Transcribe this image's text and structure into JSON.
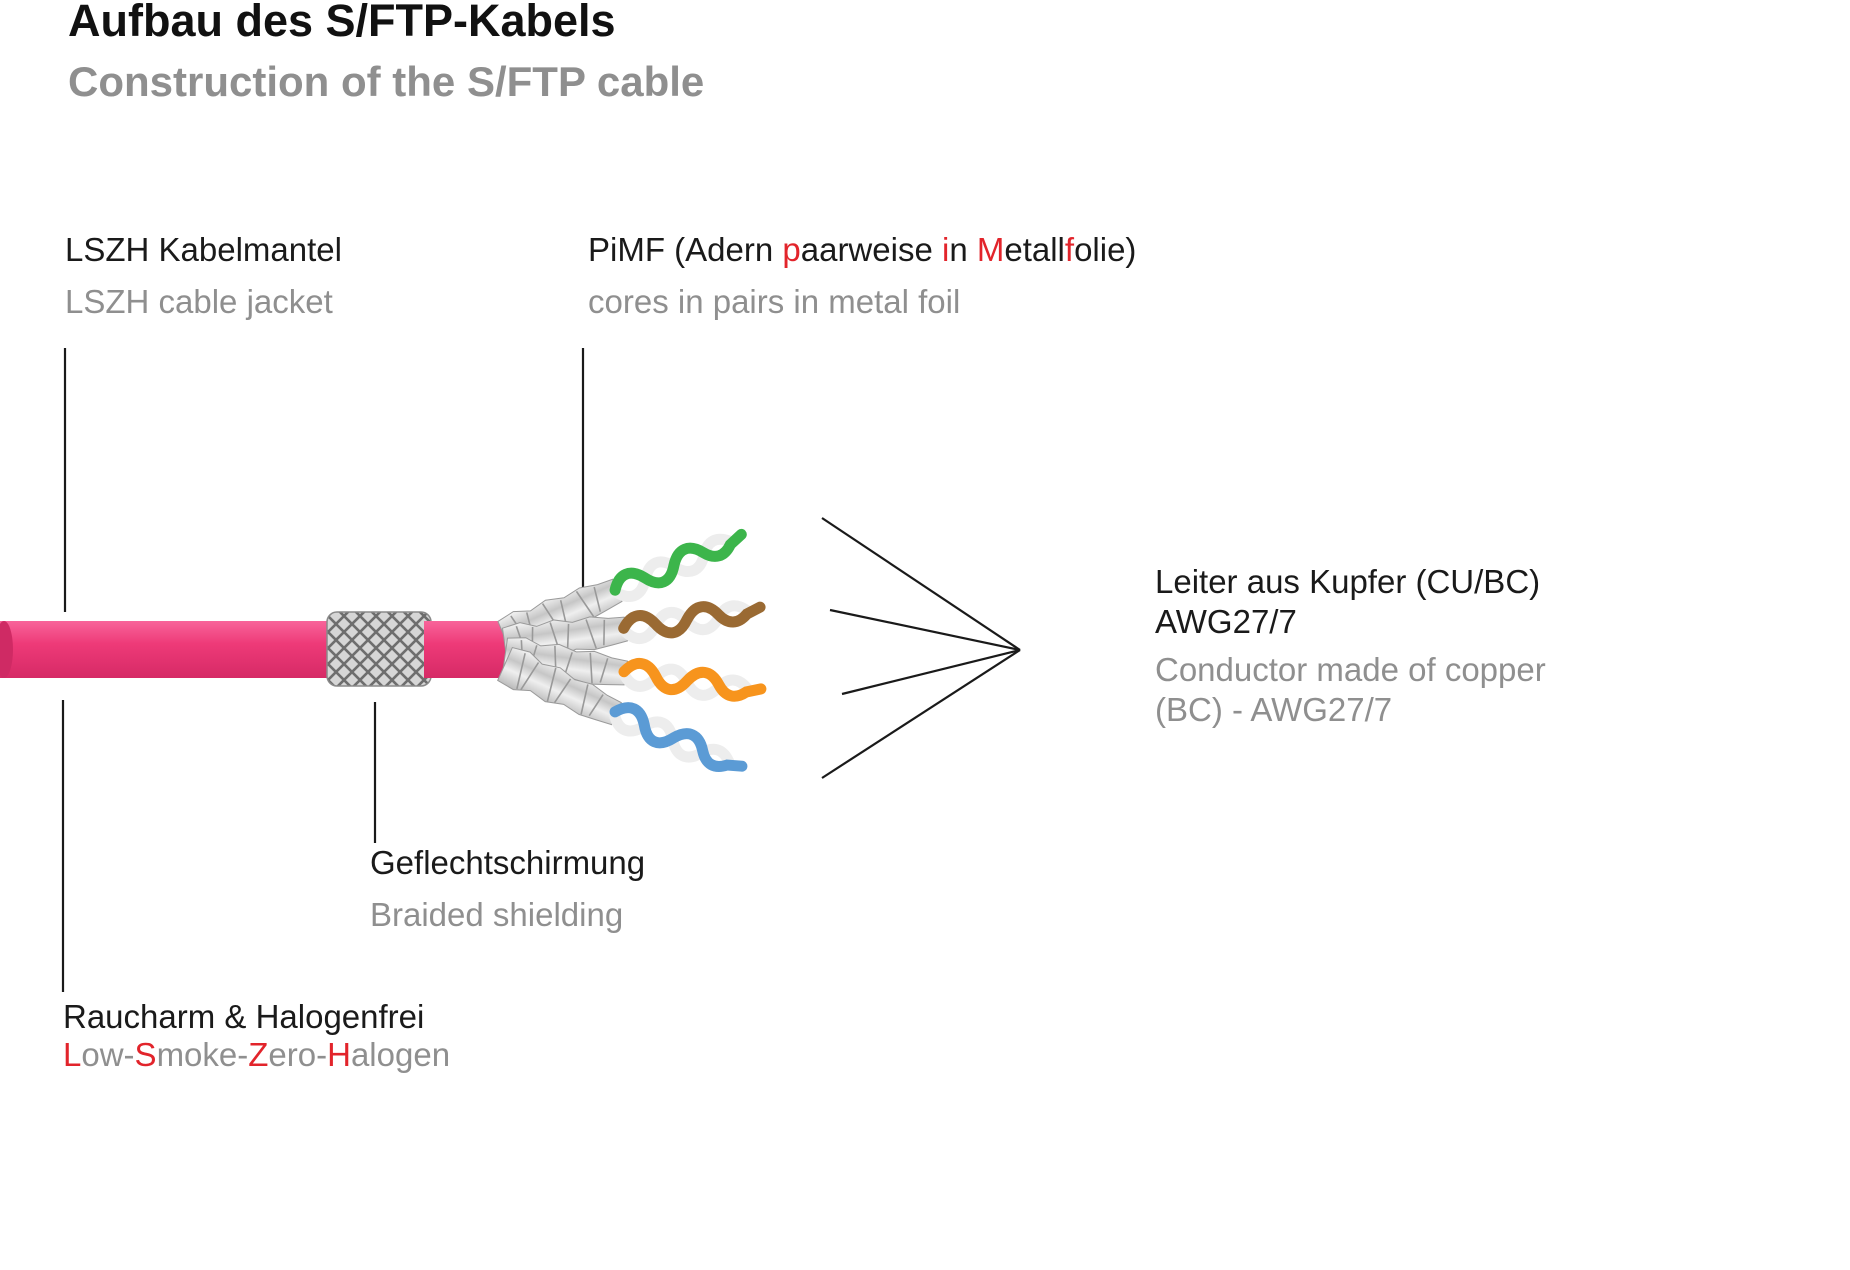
{
  "header": {
    "title_de": "Aufbau des S/FTP-Kabels",
    "title_en": "Construction of the S/FTP cable"
  },
  "colors": {
    "accent_red": "#e2242b",
    "text_black": "#1a1a1a",
    "text_gray": "#8f8f8f",
    "jacket_pink": "#ee3a78",
    "braid_gray": "#d6d6d6",
    "foil_silver": "#cccccc",
    "pair_green": "#3cb54b",
    "pair_brown": "#9a6a33",
    "pair_orange": "#f7941d",
    "pair_blue": "#5b9bd5"
  },
  "labels": {
    "jacket": {
      "de": "LSZH Kabelmantel",
      "en": "LSZH cable jacket"
    },
    "pimf": {
      "de_segments": [
        {
          "t": "PiMF (Adern ",
          "c": "#1a1a1a"
        },
        {
          "t": "p",
          "c": "#e2242b"
        },
        {
          "t": "aarweise ",
          "c": "#1a1a1a"
        },
        {
          "t": "i",
          "c": "#e2242b"
        },
        {
          "t": "n ",
          "c": "#1a1a1a"
        },
        {
          "t": "M",
          "c": "#e2242b"
        },
        {
          "t": "etall",
          "c": "#1a1a1a"
        },
        {
          "t": "f",
          "c": "#e2242b"
        },
        {
          "t": "olie)",
          "c": "#1a1a1a"
        }
      ],
      "en": "cores in pairs in metal foil"
    },
    "conductor": {
      "de_line1": "Leiter aus Kupfer (CU/BC)",
      "de_line2": "AWG27/7",
      "en_line1": "Conductor made of copper",
      "en_line2": "(BC) - AWG27/7"
    },
    "braid": {
      "de": "Geflechtschirmung",
      "en": "Braided shielding"
    },
    "smoke": {
      "de": "Raucharm & Halogenfrei",
      "en_segments": [
        {
          "t": "L",
          "c": "#e2242b"
        },
        {
          "t": "ow-",
          "c": "#8f8f8f"
        },
        {
          "t": "S",
          "c": "#e2242b"
        },
        {
          "t": "moke-",
          "c": "#8f8f8f"
        },
        {
          "t": "Z",
          "c": "#e2242b"
        },
        {
          "t": "ero-",
          "c": "#8f8f8f"
        },
        {
          "t": "H",
          "c": "#e2242b"
        },
        {
          "t": "alogen",
          "c": "#8f8f8f"
        }
      ]
    }
  }
}
